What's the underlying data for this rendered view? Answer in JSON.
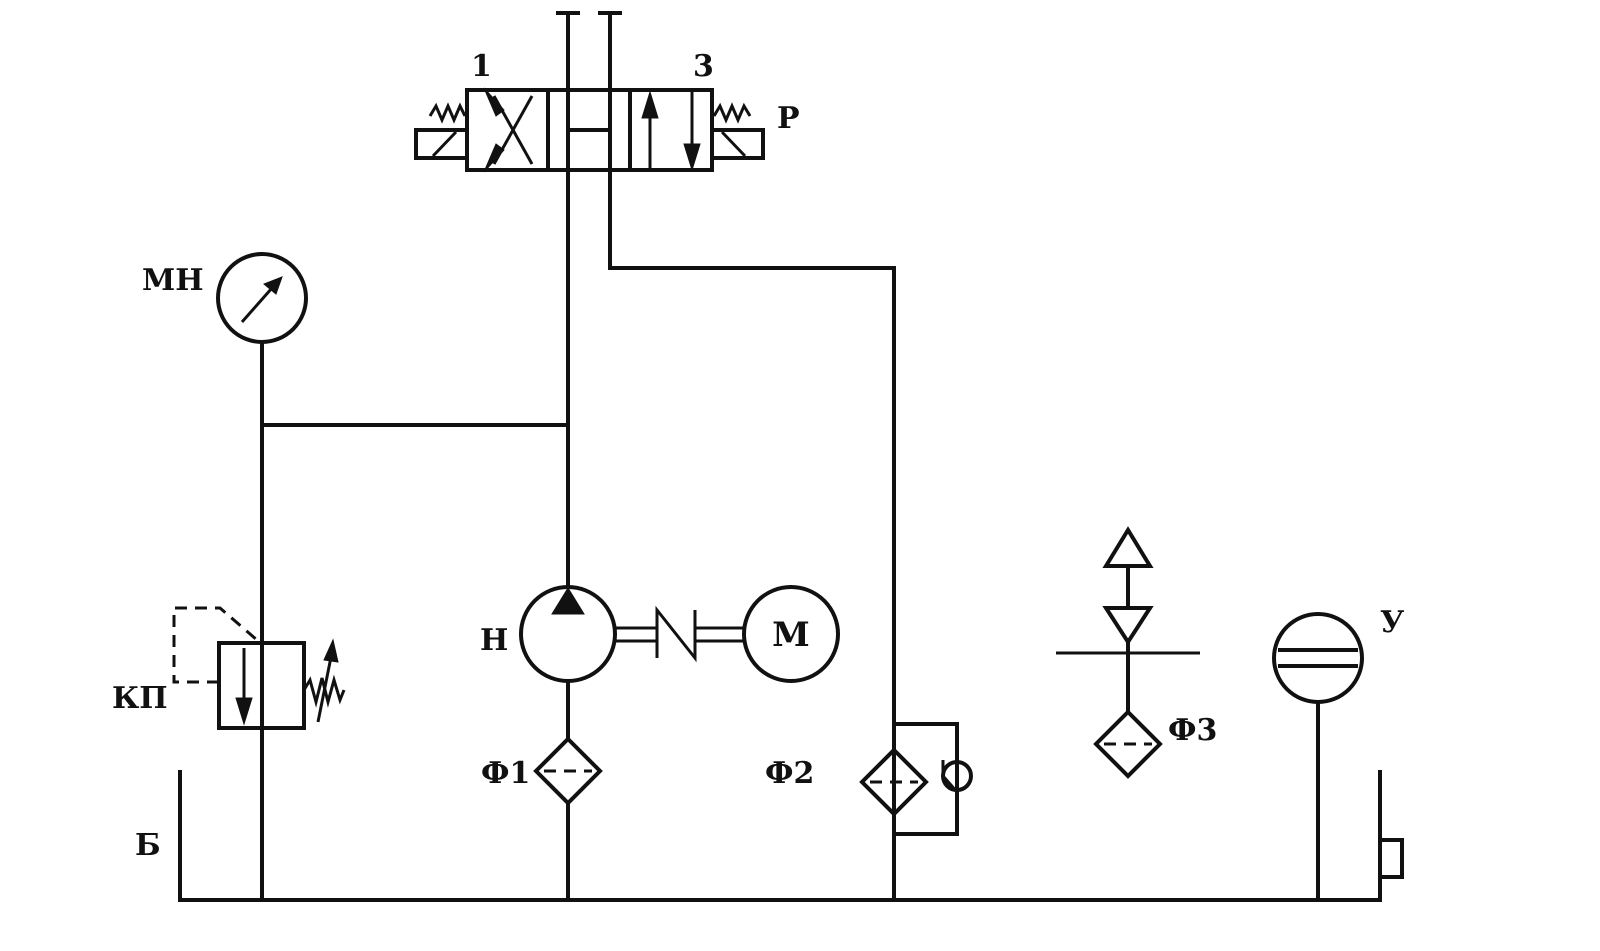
{
  "labels": {
    "valve_pos_1": "1",
    "valve_pos_3": "3",
    "valve": "Р",
    "pressure_gauge": "МН",
    "relief_valve": "КП",
    "pump": "Н",
    "motor": "М",
    "filter_1": "Ф1",
    "filter_2": "Ф2",
    "filter_3": "Ф3",
    "level_indicator": "У",
    "tank": "Б"
  },
  "colors": {
    "line": "#111111",
    "background": "#ffffff"
  }
}
